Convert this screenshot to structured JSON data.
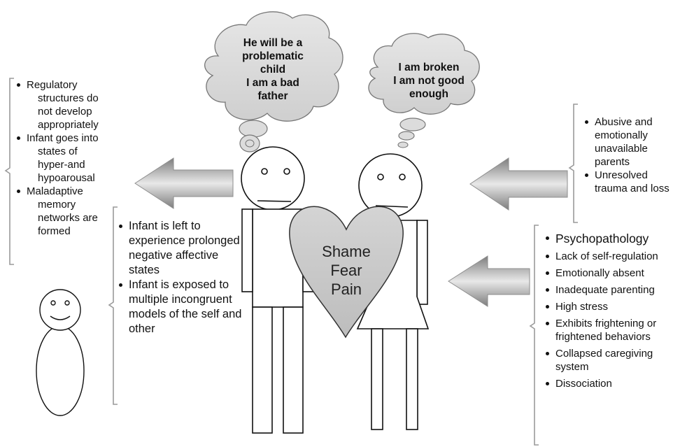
{
  "thoughts": {
    "father": [
      "He will be a",
      "problematic",
      "child",
      "I am a bad",
      "father"
    ],
    "mother": [
      "I am broken",
      "I am not good",
      "enough"
    ]
  },
  "heart": [
    "Shame",
    "Fear",
    "Pain"
  ],
  "left_top_list": [
    {
      "first": "Regulatory",
      "rest": [
        "structures do",
        "not develop",
        "appropriately"
      ]
    },
    {
      "first": "Infant goes into",
      "rest": [
        "states of",
        "hyper-and",
        "hypoarousal"
      ]
    },
    {
      "first": "Maladaptive",
      "rest": [
        "memory",
        "networks are",
        "formed"
      ]
    }
  ],
  "center_list": [
    "Infant is left to experience prolonged negative affective states",
    "Infant is exposed to multiple incongruent models of the self and other"
  ],
  "right_top_list": [
    "Abusive and emotionally unavailable parents",
    "Unresolved trauma and loss"
  ],
  "right_bottom_list": [
    "Psychopathology",
    "Lack of self-regulation",
    "Emotionally absent",
    "Inadequate parenting",
    "High stress",
    "Exhibits frightening or frightened behaviors",
    "Collapsed caregiving system",
    "Dissociation"
  ],
  "colors": {
    "arrow_dark": "#8e8e8e",
    "arrow_light": "#e4e4e4",
    "cloud_fill": "#dcdcdc",
    "heart_fill": "#c8c8c8",
    "bracket": "#9a9a9a"
  }
}
